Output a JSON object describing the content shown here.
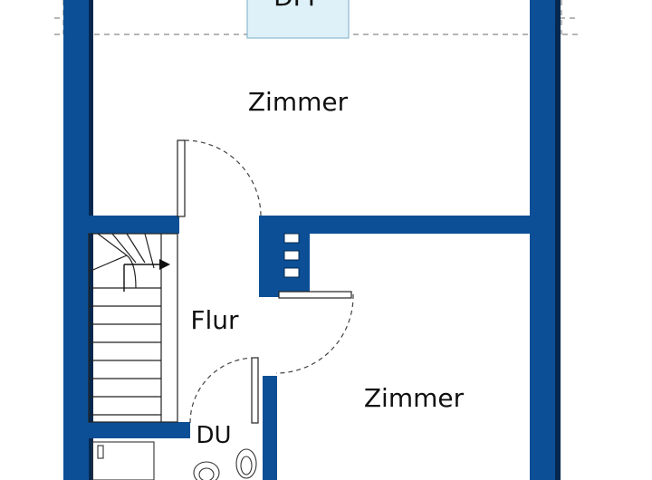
{
  "plan": {
    "colors": {
      "wall": "#0c4f96",
      "wall_shadow": "#06284f",
      "background": "#ffffff",
      "window": "#dff1f8",
      "dashed": "#8a8a8a"
    },
    "labels": {
      "top_room": "Zimmer",
      "hall": "Flur",
      "bottom_room": "Zimmer",
      "shower": "DU",
      "roof_window": "DFF"
    },
    "icons": [
      "stair-arrow-icon",
      "toilet-icon",
      "sink-icon",
      "shower-tray-icon",
      "chimney-icon"
    ]
  }
}
